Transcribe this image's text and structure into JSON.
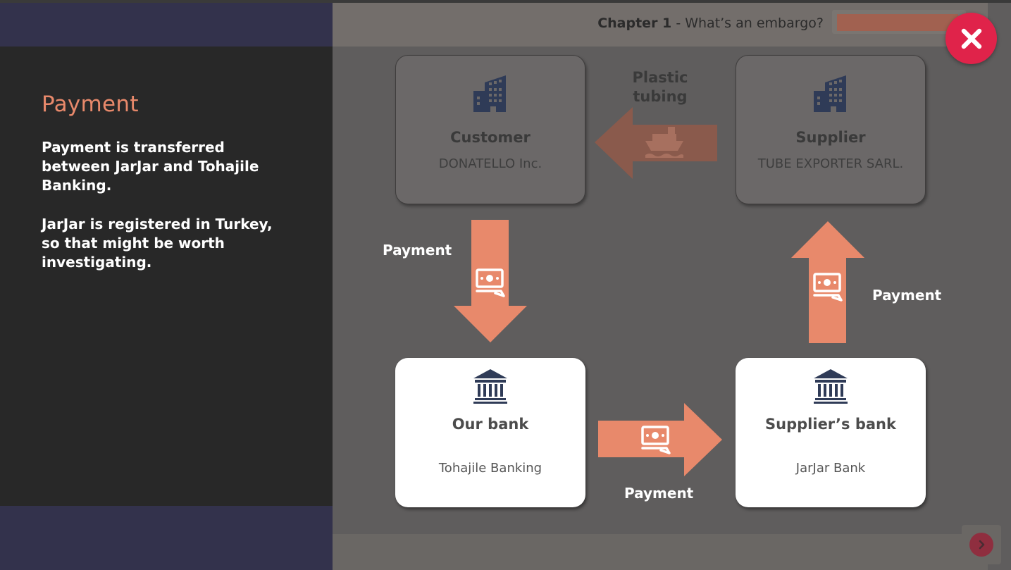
{
  "side_panel": {
    "title": "Payment",
    "paragraph1": "Payment is transferred between JarJar and Tohajile Banking.",
    "paragraph2": "JarJar is registered in Turkey, so that might be worth investigating."
  },
  "header": {
    "chapter_label": "Chapter 1",
    "chapter_separator": " - ",
    "chapter_title": "What’s an embargo?"
  },
  "diagram": {
    "customer": {
      "title": "Customer",
      "subtitle": "DONATELLO Inc."
    },
    "supplier": {
      "title": "Supplier",
      "subtitle": "TUBE EXPORTER SARL."
    },
    "our_bank": {
      "title": "Our bank",
      "subtitle": "Tohajile Banking"
    },
    "supplier_bank": {
      "title": "Supplier’s bank",
      "subtitle": "JarJar Bank"
    },
    "shipment_label_line1": "Plastic",
    "shipment_label_line2": "tubing",
    "payment_label_1": "Payment",
    "payment_label_2": "Payment",
    "payment_label_3": "Payment"
  },
  "icons": {
    "close": "close-icon",
    "next": "chevron-right-icon",
    "building": "building-icon",
    "bank": "bank-icon",
    "ship": "ship-icon",
    "money": "money-icon"
  },
  "colors": {
    "accent": "#e8896b",
    "close_button": "#e0234a",
    "panel_bg": "#282828",
    "panel_band": "#33324c",
    "icon_navy": "#2f3b57"
  }
}
